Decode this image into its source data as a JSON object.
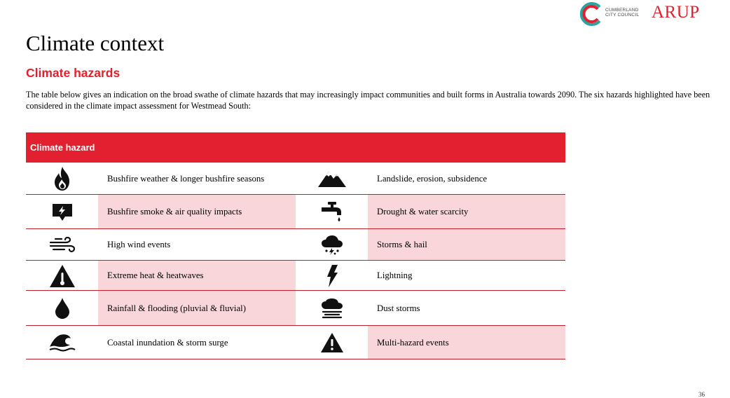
{
  "header": {
    "council_name_line1": "CUMBERLAND",
    "council_name_line2": "CITY COUNCIL",
    "arup_logo": "ARUP",
    "brand_red": "#e3202f"
  },
  "page": {
    "title": "Climate context",
    "subtitle": "Climate hazards",
    "intro": "The table below gives an indication on the broad swathe of climate hazards that may increasingly impact communities and built forms in Australia towards 2090. The six hazards highlighted have been considered in the climate impact assessment for Westmead South:",
    "page_number": "36"
  },
  "table": {
    "header": "Climate hazard",
    "highlight_color": "#f9d6d9",
    "rows": [
      {
        "left_icon": "fire-icon",
        "left_label": "Bushfire weather & longer bushfire seasons",
        "left_highlight": false,
        "right_icon": "mountain-icon",
        "right_label": "Landslide, erosion, subsidence",
        "right_highlight": false
      },
      {
        "left_icon": "smoke-alert-icon",
        "left_label": "Bushfire smoke & air quality impacts",
        "left_highlight": true,
        "right_icon": "tap-icon",
        "right_label": "Drought & water scarcity",
        "right_highlight": true
      },
      {
        "left_icon": "wind-icon",
        "left_label": "High wind events",
        "left_highlight": false,
        "right_icon": "storm-cloud-icon",
        "right_label": "Storms & hail",
        "right_highlight": true
      },
      {
        "left_icon": "thermometer-warning-icon",
        "left_label": "Extreme heat & heatwaves",
        "left_highlight": true,
        "right_icon": "lightning-icon",
        "right_label": "Lightning",
        "right_highlight": false
      },
      {
        "left_icon": "water-drop-icon",
        "left_label": "Rainfall & flooding (pluvial & fluvial)",
        "left_highlight": true,
        "right_icon": "dust-cloud-icon",
        "right_label": "Dust storms",
        "right_highlight": false
      },
      {
        "left_icon": "wave-icon",
        "left_label": "Coastal inundation & storm surge",
        "left_highlight": false,
        "right_icon": "warning-icon",
        "right_label": "Multi-hazard events",
        "right_highlight": true
      }
    ]
  }
}
